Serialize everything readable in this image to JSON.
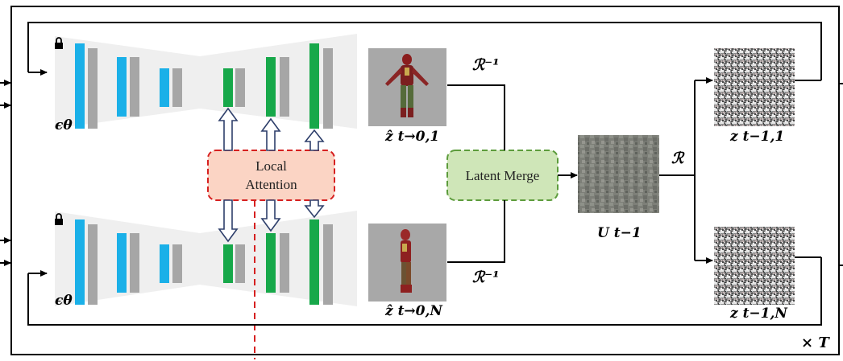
{
  "labels": {
    "eps_top": "ϵθ",
    "eps_bottom": "ϵθ",
    "local_attention": "Local Attention",
    "latent_merge": "Latent Merge",
    "r_inv_top": "ℛ⁻¹",
    "r_inv_bottom": "ℛ⁻¹",
    "r": "ℛ",
    "z_hat_1": "ẑ t→0,1",
    "z_hat_n": "ẑ t→0,N",
    "u": "U t−1",
    "z_1": "z t−1,1",
    "z_n": "z t−1,N",
    "times_t": "× T"
  },
  "colors": {
    "unet_bg": "#f2f2f2",
    "encoder_bar": "#1ab0e8",
    "decoder_bar": "#17a84a",
    "gray_bar": "#a6a6a6",
    "local_attention_fill": "#fbd4c4",
    "local_attention_border": "#d62020",
    "latent_merge_fill": "#cfe6b8",
    "latent_merge_border": "#5d9c3c",
    "dashed_red": "#d62020",
    "arrow_blue": "#2e3f6b"
  },
  "icons": {
    "lock": "lock-icon"
  }
}
